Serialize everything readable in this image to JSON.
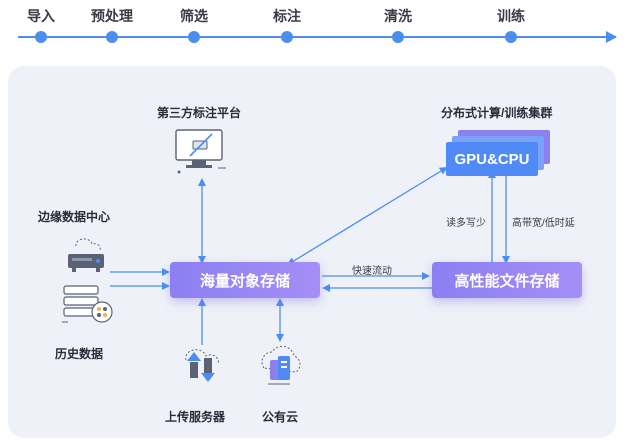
{
  "pipeline": {
    "stages": [
      "导入",
      "预处理",
      "筛选",
      "标注",
      "清洗",
      "训练"
    ]
  },
  "nodes": {
    "third_party_platform": "第三方标注平台",
    "distributed_cluster": "分布式计算/训练集群",
    "gpu_cpu": "GPU&CPU",
    "edge_datacenter": "边缘数据中心",
    "history_data": "历史数据",
    "mass_storage": "海量对象存储",
    "high_perf_storage": "高性能文件存储",
    "upload_server": "上传服务器",
    "public_cloud": "公有云"
  },
  "links": {
    "fast_flow": "快速流动",
    "read_more_write_less": "读多写少",
    "high_bandwidth": "高带宽/低时延"
  },
  "colors": {
    "accent": "#4a8ff0",
    "box_purple": "#9b87f5",
    "panel_bg": "#eff1f8"
  }
}
